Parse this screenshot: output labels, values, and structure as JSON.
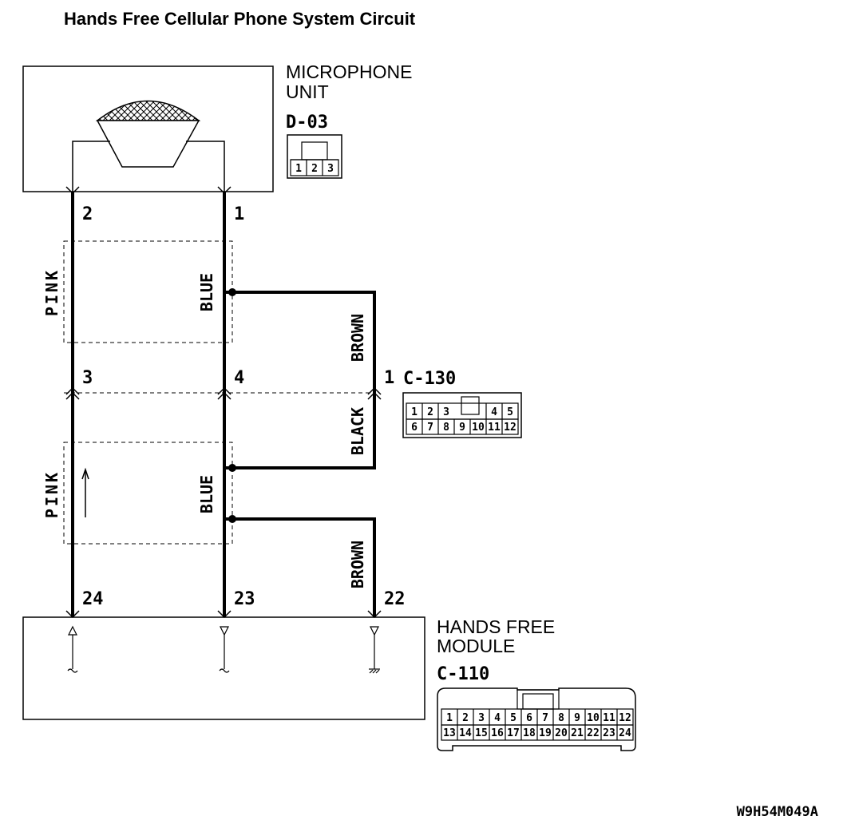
{
  "title": "Hands Free Cellular Phone System Circuit",
  "microphone_unit": {
    "name_line1": "MICROPHONE",
    "name_line2": "UNIT",
    "connector": "D-03",
    "connector_pins": [
      "1",
      "2",
      "3"
    ]
  },
  "hands_free_module": {
    "name_line1": "HANDS FREE",
    "name_line2": "MODULE",
    "connector": "C-110",
    "connector_pins_top": [
      "1",
      "2",
      "3",
      "4",
      "5",
      "6",
      "7",
      "8",
      "9",
      "10",
      "11",
      "12"
    ],
    "connector_pins_bottom": [
      "13",
      "14",
      "15",
      "16",
      "17",
      "18",
      "19",
      "20",
      "21",
      "22",
      "23",
      "24"
    ]
  },
  "intermediate_connector": {
    "name": "C-130",
    "pin": "1",
    "pins_top": [
      "1",
      "2",
      "3",
      "4",
      "5"
    ],
    "pins_bottom": [
      "6",
      "7",
      "8",
      "9",
      "10",
      "11",
      "12"
    ]
  },
  "pins": {
    "mic_left": "2",
    "mic_right": "1",
    "mid_left": "3",
    "mid_right": "4",
    "bot_left": "24",
    "bot_mid": "23",
    "bot_right": "22"
  },
  "wires": {
    "left_upper": "PINK",
    "left_lower": "PINK",
    "mid_upper": "BLUE",
    "mid_lower": "BLUE",
    "right_upper": "BROWN",
    "right_mid": "BLACK",
    "right_lower": "BROWN"
  },
  "figure_code": "W9H54M049A",
  "colors": {
    "line": "#000000",
    "background": "#ffffff"
  }
}
